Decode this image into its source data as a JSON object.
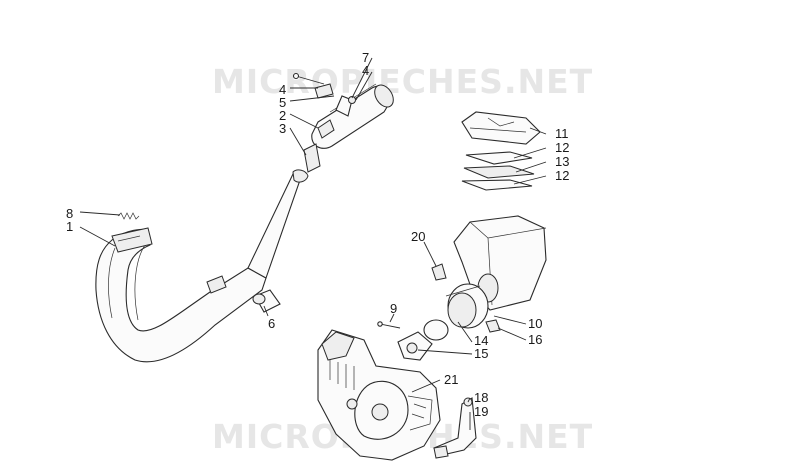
{
  "watermark": {
    "top": "MICROPIECHES.NET",
    "bottom": "MICROPIECHES.NET",
    "color": "#e6e6e6"
  },
  "callouts": {
    "c1": "1",
    "c2": "2",
    "c3": "3",
    "c4a": "4",
    "c4b": "4",
    "c5": "5",
    "c6": "6",
    "c7": "7",
    "c8": "8",
    "c9": "9",
    "c10": "10",
    "c11": "11",
    "c12a": "12",
    "c12b": "12",
    "c13": "13",
    "c14": "14",
    "c15": "15",
    "c16": "16",
    "c18": "18",
    "c19": "19",
    "c20": "20",
    "c21": "21"
  },
  "colors": {
    "ink": "#2b2b2b",
    "background": "#ffffff"
  }
}
